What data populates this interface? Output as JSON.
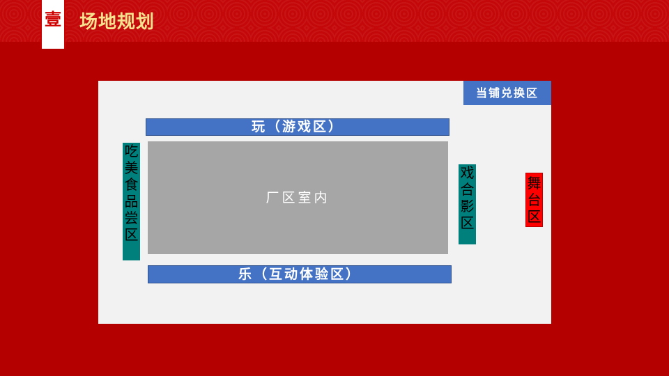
{
  "header": {
    "badge": "壹",
    "title": "场地规划"
  },
  "map": {
    "exchange_zone": "当铺兑换区",
    "play_zone": "玩（游戏区）",
    "fun_zone": "乐（互动体验区）",
    "factory_indoor": "厂区室内",
    "food_zone": [
      "吃",
      "美",
      "食",
      "品",
      "尝",
      "区"
    ],
    "cinema_zone": [
      "戏",
      "合",
      "影",
      "区"
    ],
    "stage_zone": [
      "舞",
      "台",
      "区"
    ]
  },
  "colors": {
    "background_red": "#b50000",
    "header_red": "#c4080a",
    "title_gold": "#f7e38f",
    "zone_blue": "#4472c4",
    "zone_teal": "#00807c",
    "zone_gray": "#a6a6a6",
    "stage_red": "#ff0000",
    "panel_light": "#f2f2f2"
  }
}
